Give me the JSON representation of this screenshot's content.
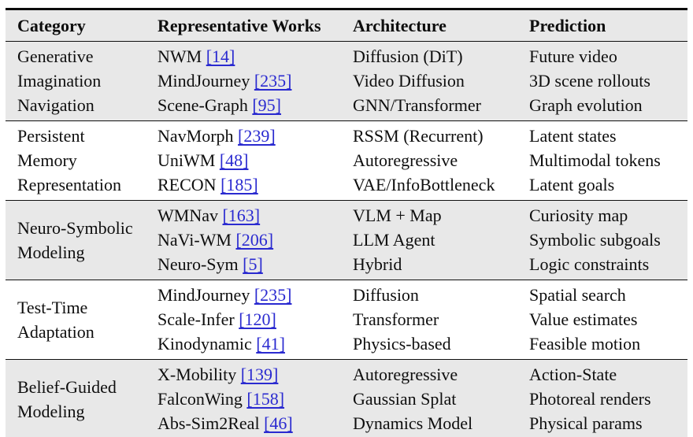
{
  "colors": {
    "stripe": "#e8e8e8",
    "link": "#2a2ad0",
    "rule": "#0c0c0c"
  },
  "table": {
    "columns": [
      "Category",
      "Representative Works",
      "Architecture",
      "Prediction"
    ],
    "groups": [
      {
        "category_lines": [
          "Generative",
          "Imagination",
          "Navigation"
        ],
        "works": [
          {
            "name": "NWM",
            "cite": "[14]"
          },
          {
            "name": "MindJourney",
            "cite": "[235]"
          },
          {
            "name": "Scene-Graph",
            "cite": "[95]"
          }
        ],
        "architecture": [
          "Diffusion (DiT)",
          "Video Diffusion",
          "GNN/Transformer"
        ],
        "prediction": [
          "Future video",
          "3D scene rollouts",
          "Graph evolution"
        ]
      },
      {
        "category_lines": [
          "Persistent",
          "Memory",
          "Representation"
        ],
        "works": [
          {
            "name": "NavMorph",
            "cite": "[239]"
          },
          {
            "name": "UniWM",
            "cite": "[48]"
          },
          {
            "name": "RECON",
            "cite": "[185]"
          }
        ],
        "architecture": [
          "RSSM (Recurrent)",
          "Autoregressive",
          "VAE/InfoBottleneck"
        ],
        "prediction": [
          "Latent states",
          "Multimodal tokens",
          "Latent goals"
        ]
      },
      {
        "category_lines": [
          "Neuro-Symbolic",
          "Modeling"
        ],
        "works": [
          {
            "name": "WMNav",
            "cite": "[163]"
          },
          {
            "name": "NaVi-WM",
            "cite": "[206]"
          },
          {
            "name": "Neuro-Sym",
            "cite": "[5]"
          }
        ],
        "architecture": [
          "VLM + Map",
          "LLM Agent",
          "Hybrid"
        ],
        "prediction": [
          "Curiosity map",
          "Symbolic subgoals",
          "Logic constraints"
        ]
      },
      {
        "category_lines": [
          "Test-Time",
          "Adaptation"
        ],
        "works": [
          {
            "name": "MindJourney",
            "cite": "[235]"
          },
          {
            "name": "Scale-Infer",
            "cite": "[120]"
          },
          {
            "name": "Kinodynamic",
            "cite": "[41]"
          }
        ],
        "architecture": [
          "Diffusion",
          "Transformer",
          "Physics-based"
        ],
        "prediction": [
          "Spatial search",
          "Value estimates",
          "Feasible motion"
        ]
      },
      {
        "category_lines": [
          "Belief-Guided",
          "Modeling"
        ],
        "works": [
          {
            "name": "X-Mobility",
            "cite": "[139]"
          },
          {
            "name": "FalconWing",
            "cite": "[158]"
          },
          {
            "name": "Abs-Sim2Real",
            "cite": "[46]"
          }
        ],
        "architecture": [
          "Autoregressive",
          "Gaussian Splat",
          "Dynamics Model"
        ],
        "prediction": [
          "Action-State",
          "Photoreal renders",
          "Physical params"
        ]
      }
    ]
  }
}
